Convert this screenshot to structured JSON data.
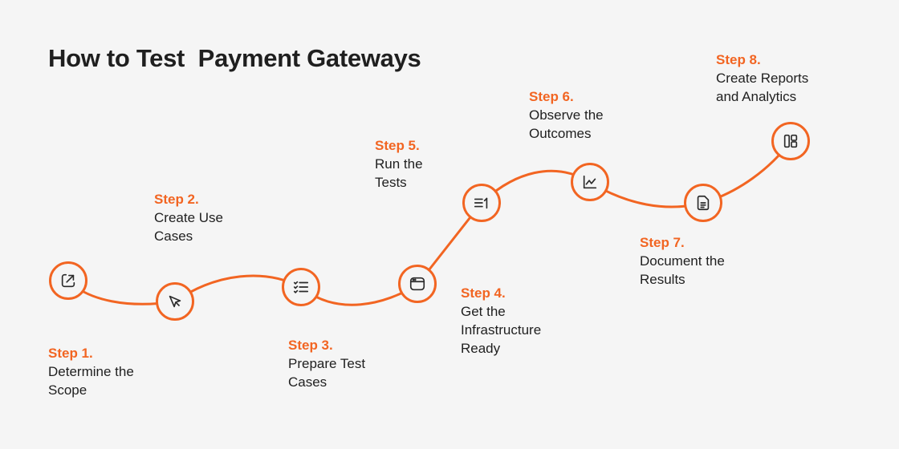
{
  "title": "How to Test  Payment Gateways",
  "accent_color": "#f26522",
  "steps": [
    {
      "step": "Step 1.",
      "desc": "Determine the\nScope",
      "icon": "external-link-square-icon"
    },
    {
      "step": "Step 2.",
      "desc": "Create Use\nCases",
      "icon": "cursor-arrow-icon"
    },
    {
      "step": "Step 3.",
      "desc": "Prepare Test\nCases",
      "icon": "checklist-icon"
    },
    {
      "step": "Step 4.",
      "desc": "Get the\nInfrastructure\nReady",
      "icon": "browser-window-icon"
    },
    {
      "step": "Step 5.",
      "desc": "Run the\nTests",
      "icon": "list-return-icon"
    },
    {
      "step": "Step 6.",
      "desc": "Observe the\nOutcomes",
      "icon": "line-chart-icon"
    },
    {
      "step": "Step 7.",
      "desc": "Document the\nResults",
      "icon": "document-icon"
    },
    {
      "step": "Step 8.",
      "desc": "Create Reports\nand Analytics",
      "icon": "dashboard-layout-icon"
    }
  ]
}
